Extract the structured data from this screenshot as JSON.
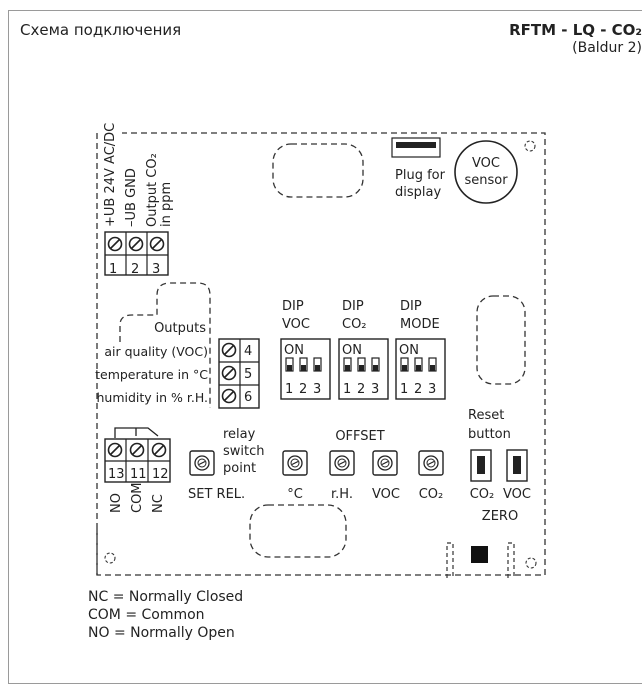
{
  "header": {
    "title": "Схема подключения",
    "model": "RFTM - LQ - CO₂",
    "variant": "(Baldur 2)"
  },
  "power": {
    "labels": [
      "+UB 24V AC/DC",
      "–UB GND",
      "Output CO₂",
      "in ppm"
    ],
    "terminals": [
      "1",
      "2",
      "3"
    ]
  },
  "outputs": {
    "title": "Outputs",
    "items": [
      "air quality (VOC)",
      "temperature in °C",
      "humidity in % r.H."
    ],
    "terminals": [
      "4",
      "5",
      "6"
    ]
  },
  "relay": {
    "terminals": [
      "13",
      "11",
      "12"
    ],
    "labels": [
      "NO",
      "COM",
      "NC"
    ],
    "switch_point": [
      "relay",
      "switch",
      "point"
    ],
    "set_label": "SET REL."
  },
  "display_plug": [
    "Plug for",
    "display"
  ],
  "voc_sensor": [
    "VOC",
    "sensor"
  ],
  "dip": [
    {
      "line1": "DIP",
      "line2": "VOC"
    },
    {
      "line1": "DIP",
      "line2": "CO₂"
    },
    {
      "line1": "DIP",
      "line2": "MODE"
    }
  ],
  "dip_on": "ON",
  "dip_numbers": [
    "1",
    "2",
    "3"
  ],
  "offset": {
    "title": "OFFSET",
    "labels": [
      "°C",
      "r.H.",
      "VOC",
      "CO₂"
    ]
  },
  "reset": {
    "label": [
      "Reset",
      "button"
    ],
    "labels": [
      "CO₂",
      "VOC"
    ],
    "zero": "ZERO"
  },
  "legend": [
    "NC    = Normally Closed",
    "COM = Common",
    "NO    = Normally Open"
  ]
}
